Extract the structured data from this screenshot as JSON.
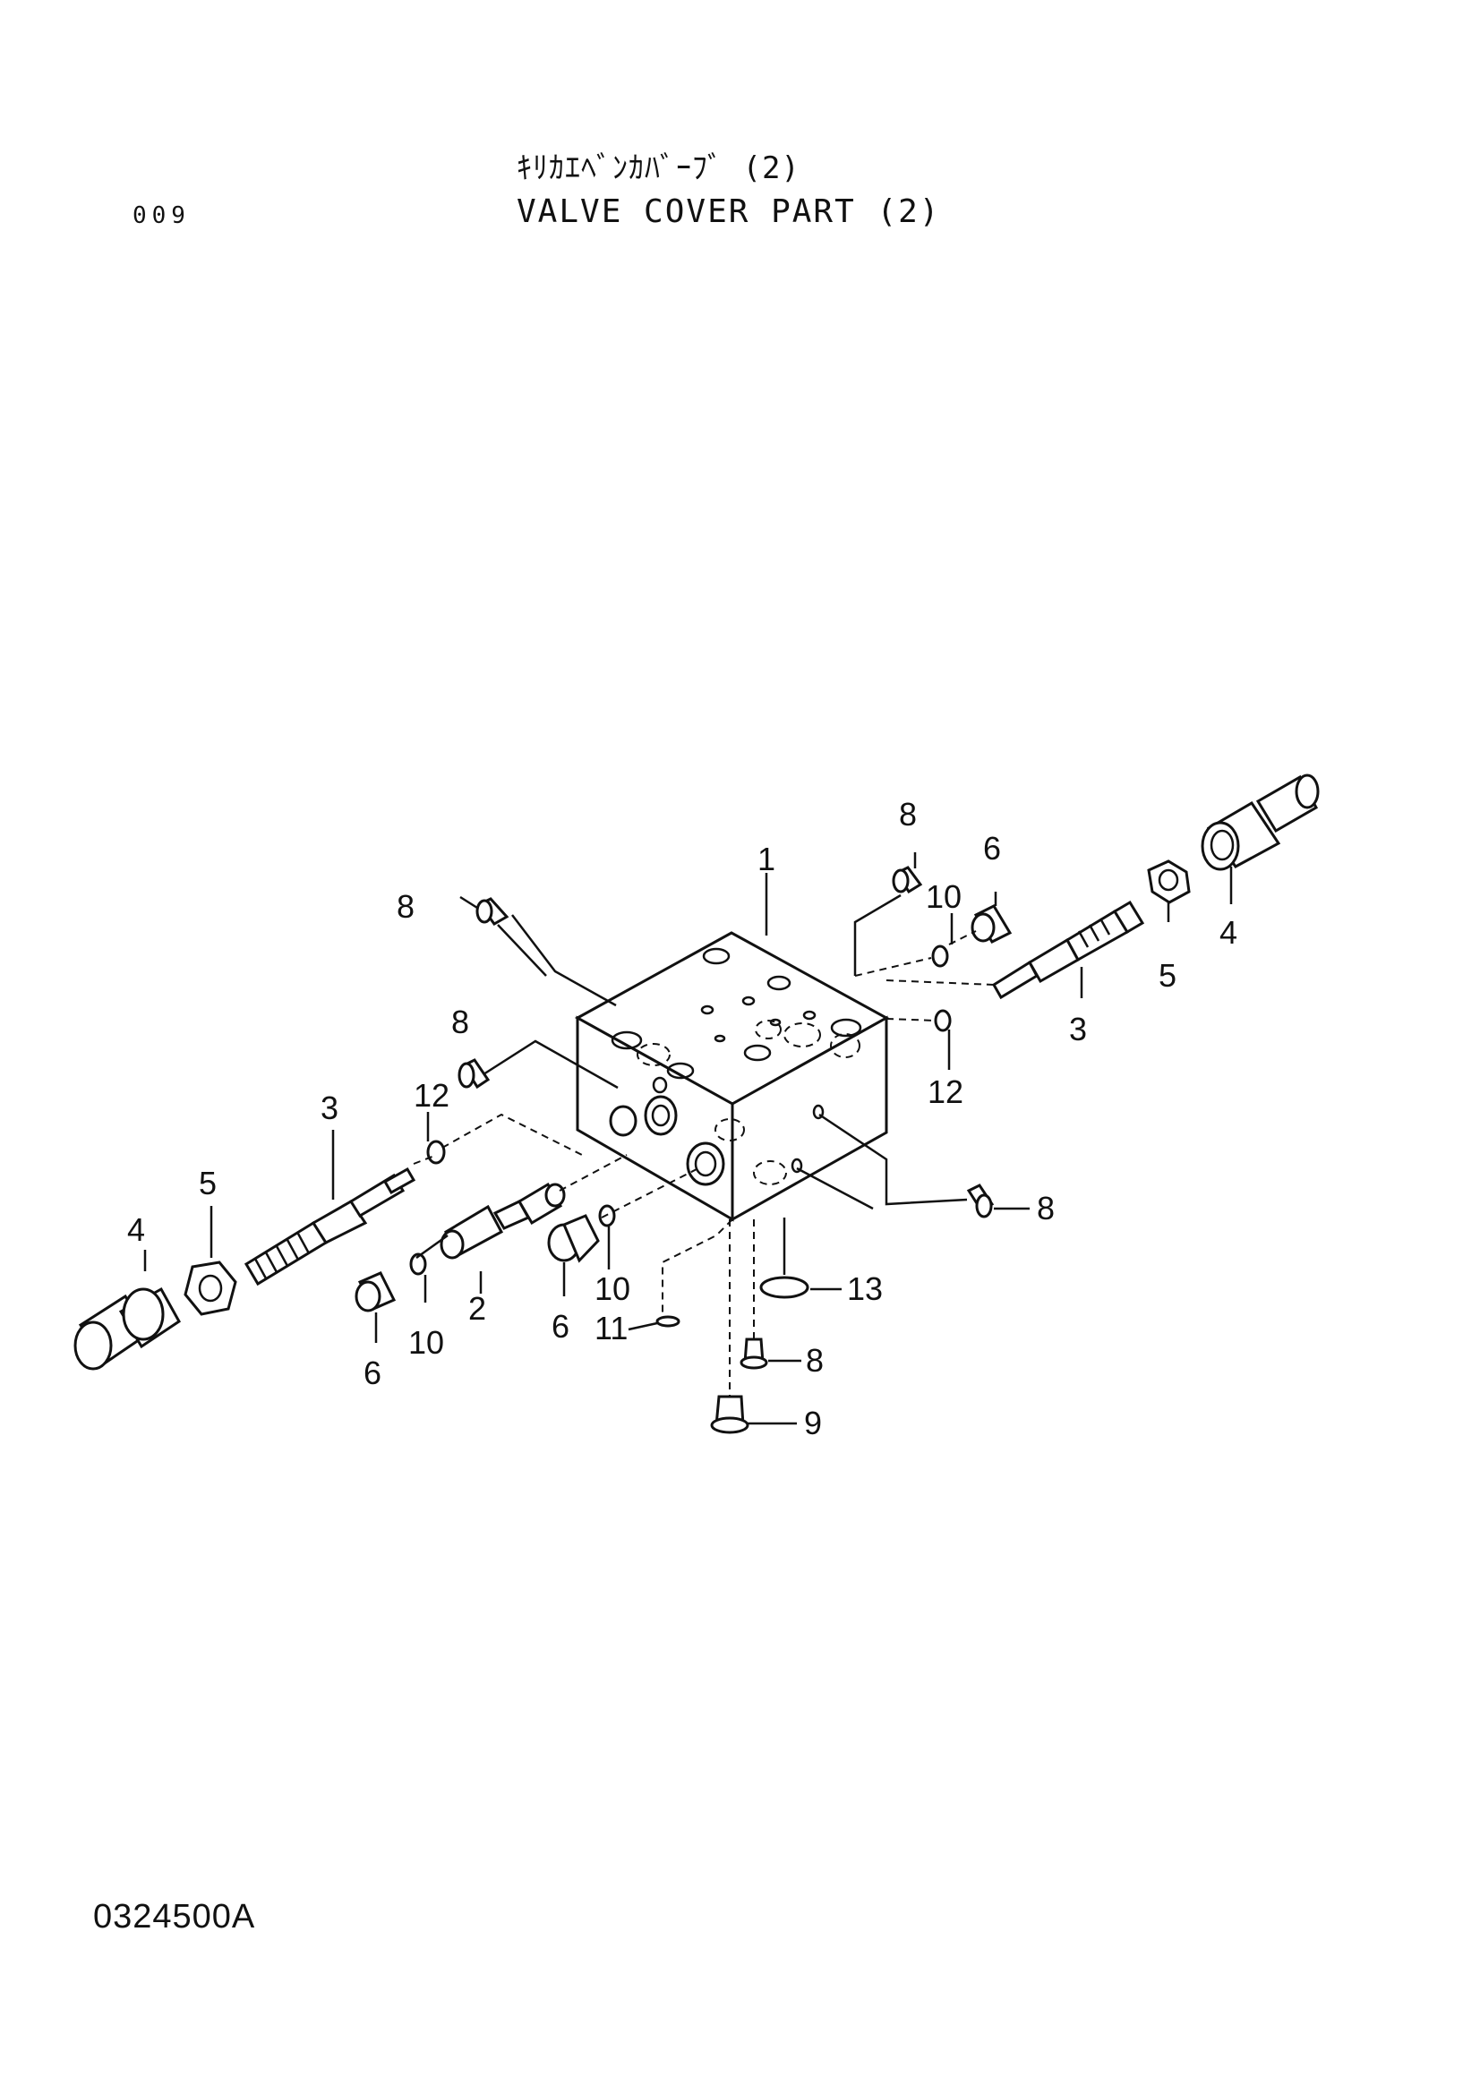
{
  "header": {
    "title_jp": "ｷﾘｶｴﾍﾞﾝｶﾊﾞｰﾌﾞ (2)",
    "title_en": "VALVE COVER PART (2)",
    "page_code": "009"
  },
  "footer": {
    "drawing_number": "0324500A"
  },
  "callouts": {
    "c1": "1",
    "c2": "2",
    "c3a": "3",
    "c3b": "3",
    "c4a": "4",
    "c4b": "4",
    "c5a": "5",
    "c5b": "5",
    "c6a": "6",
    "c6b": "6",
    "c6c": "6",
    "c8a": "8",
    "c8b": "8",
    "c8c": "8",
    "c8d": "8",
    "c8e": "8",
    "c9": "9",
    "c10a": "10",
    "c10b": "10",
    "c10c": "10",
    "c11": "11",
    "c12a": "12",
    "c12b": "12",
    "c13": "13"
  }
}
